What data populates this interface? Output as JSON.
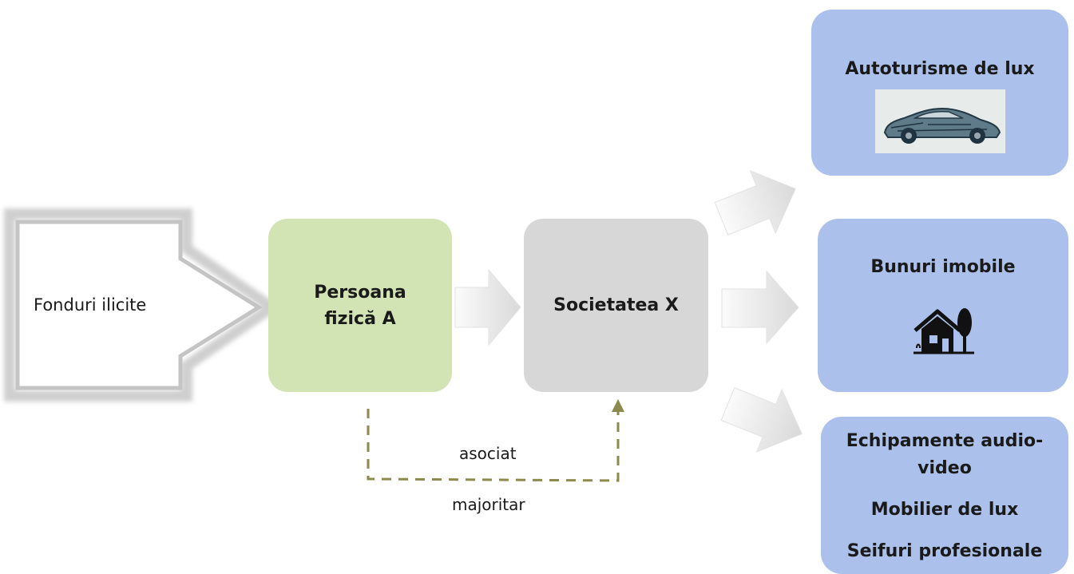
{
  "source": {
    "label": "Fonduri ilicite"
  },
  "person": {
    "label_line1": "Persoana",
    "label_line2": "fizică A"
  },
  "company": {
    "label": "Societatea X"
  },
  "relation": {
    "label_line1": "asociat",
    "label_line2": "majoritar"
  },
  "assets": {
    "cars": {
      "label": "Autoturisme de lux",
      "icon": "car-icon"
    },
    "real_estate": {
      "label": "Bunuri imobile",
      "icon": "house-icon"
    },
    "other": {
      "line1": "Echipamente audio-",
      "line2": "video",
      "line3": "Mobilier de lux",
      "line4": "Seifuri profesionale"
    }
  },
  "colors": {
    "person_box": "#d3e4b4",
    "company_box": "#d7d7d7",
    "asset_box": "#abc0ea",
    "dashed_link": "#8c8a4c"
  }
}
